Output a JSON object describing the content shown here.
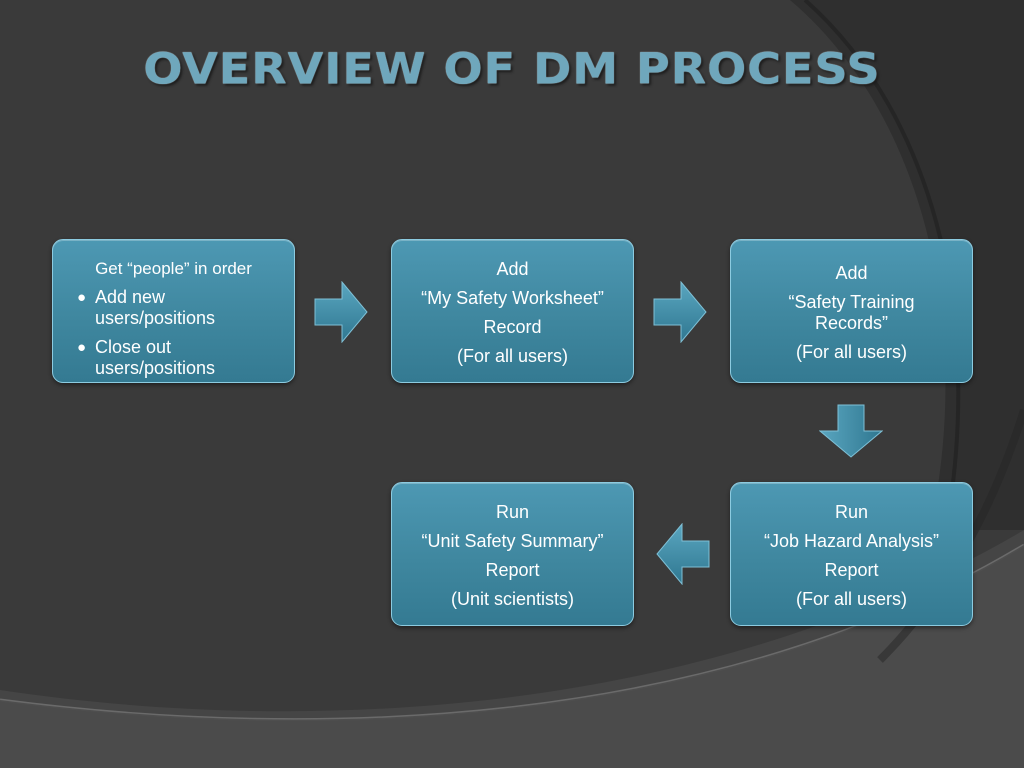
{
  "title": "Overview of DM Process",
  "colors": {
    "background": "#3a3a3a",
    "box_fill": "#3f879f",
    "box_border": "#8ccbe0",
    "title_color": "#6fa7bc",
    "arrow_fill": "#4a94ae"
  },
  "steps": [
    {
      "heading": "Get “people” in order",
      "bullets": [
        "Add new users/positions",
        "Close out users/positions"
      ]
    },
    {
      "lines": [
        "Add",
        "“My Safety Worksheet”",
        "Record",
        "(For all users)"
      ]
    },
    {
      "lines": [
        "Add",
        "“Safety Training Records”",
        "(For all users)"
      ]
    },
    {
      "lines": [
        "Run",
        "“Job Hazard Analysis”",
        "Report",
        "(For all users)"
      ]
    },
    {
      "lines": [
        "Run",
        "“Unit Safety Summary”",
        "Report",
        "(Unit scientists)"
      ]
    }
  ],
  "connectors": [
    {
      "from": 1,
      "to": 2,
      "direction": "right"
    },
    {
      "from": 2,
      "to": 3,
      "direction": "right"
    },
    {
      "from": 3,
      "to": 4,
      "direction": "down"
    },
    {
      "from": 4,
      "to": 5,
      "direction": "left"
    }
  ]
}
